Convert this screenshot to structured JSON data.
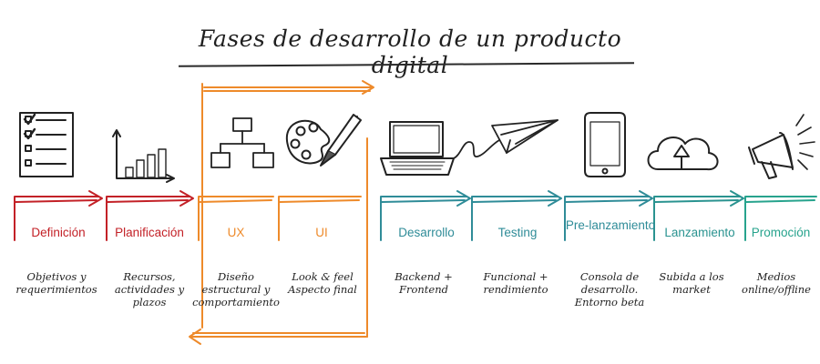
{
  "title": "Fases de desarrollo de un producto digital",
  "colors": {
    "red": "#c32127",
    "orange": "#ee8a2a",
    "teal": "#2f8c98",
    "green": "#27a38d",
    "ink": "#222222"
  },
  "phases": [
    {
      "label": "Definición",
      "description": "Objetivos y requerimientos",
      "color": "#c32127",
      "icon": "checklist-icon"
    },
    {
      "label": "Planificación",
      "description": "Recursos, actividades y plazos",
      "color": "#c32127",
      "icon": "bar-chart-icon"
    },
    {
      "label": "UX",
      "description": "Diseño estructural y comportamiento",
      "color": "#ee8a2a",
      "icon": "flowchart-icon"
    },
    {
      "label": "UI",
      "description": "Look & feel Aspecto final",
      "color": "#ee8a2a",
      "icon": "palette-icon"
    },
    {
      "label": "Desarrollo",
      "description": "Backend + Frontend",
      "color": "#2f8c98",
      "icon": "laptop-icon"
    },
    {
      "label": "Testing",
      "description": "Funcional + rendimiento",
      "color": "#2f8c98",
      "icon": "paper-plane-icon"
    },
    {
      "label": "Pre-lanzamiento",
      "description": "Consola de desarrollo. Entorno beta",
      "color": "#2f8c98",
      "icon": "smartphone-icon"
    },
    {
      "label": "Lanzamiento",
      "description": "Subida a los market",
      "color": "#2a9390",
      "icon": "cloud-upload-icon"
    },
    {
      "label": "Promoción",
      "description": "Medios online/offline",
      "color": "#27a38d",
      "icon": "megaphone-icon"
    }
  ]
}
